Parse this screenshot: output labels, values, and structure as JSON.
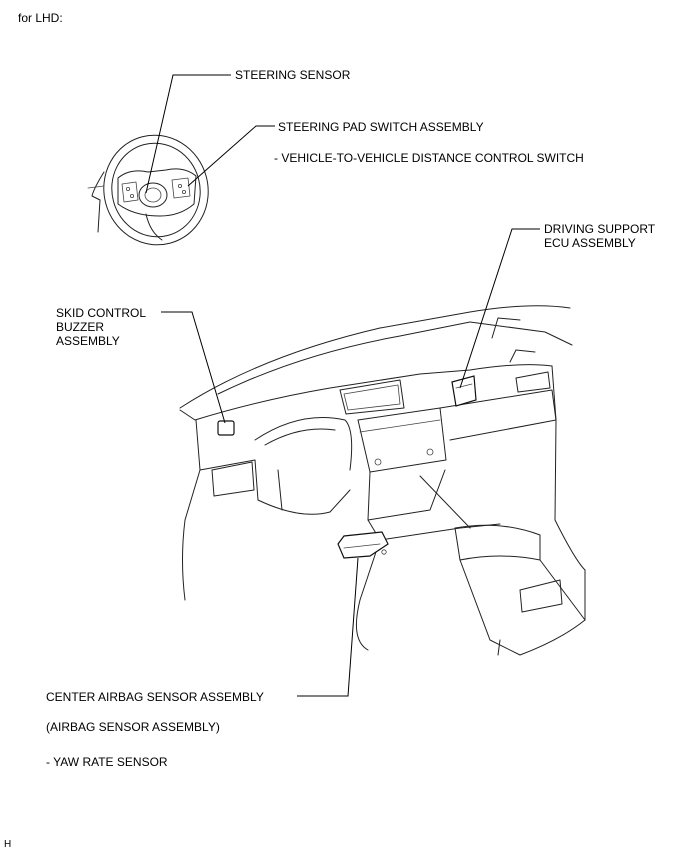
{
  "header": {
    "region_note": "for LHD:"
  },
  "callouts": {
    "steering_sensor": "STEERING SENSOR",
    "steering_pad_switch": "STEERING PAD SWITCH ASSEMBLY",
    "distance_control_switch": "- VEHICLE-TO-VEHICLE DISTANCE CONTROL SWITCH",
    "driving_support_line1": "DRIVING SUPPORT",
    "driving_support_line2": "ECU ASSEMBLY",
    "skid_control_line1": "SKID CONTROL",
    "skid_control_line2": "BUZZER",
    "skid_control_line3": "ASSEMBLY",
    "center_airbag": "CENTER AIRBAG SENSOR ASSEMBLY",
    "airbag_sensor": "(AIRBAG SENSOR ASSEMBLY)",
    "yaw_rate": "- YAW RATE SENSOR"
  },
  "footer": {
    "corner_mark": "H"
  }
}
